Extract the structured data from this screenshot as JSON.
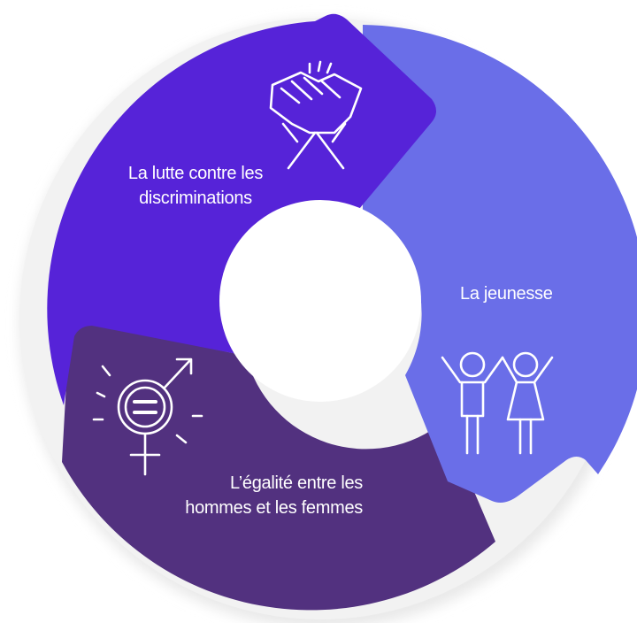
{
  "colors": {
    "segment_1": "#5623d8",
    "segment_2": "#6a6ee8",
    "segment_3": "#52317f",
    "icon_stroke": "#ffffff",
    "background": "#ffffff",
    "shadow": "#e6e6e6"
  },
  "segments": [
    {
      "label_lines": [
        "La lutte contre les",
        "discriminations"
      ],
      "icon": "handshake-icon",
      "color": "#5623d8"
    },
    {
      "label_lines": [
        "La jeunesse"
      ],
      "icon": "children-icon",
      "color": "#6a6ee8"
    },
    {
      "label_lines": [
        "L’égalité entre les",
        "hommes et les femmes"
      ],
      "icon": "gender-equality-icon",
      "color": "#52317f"
    }
  ]
}
